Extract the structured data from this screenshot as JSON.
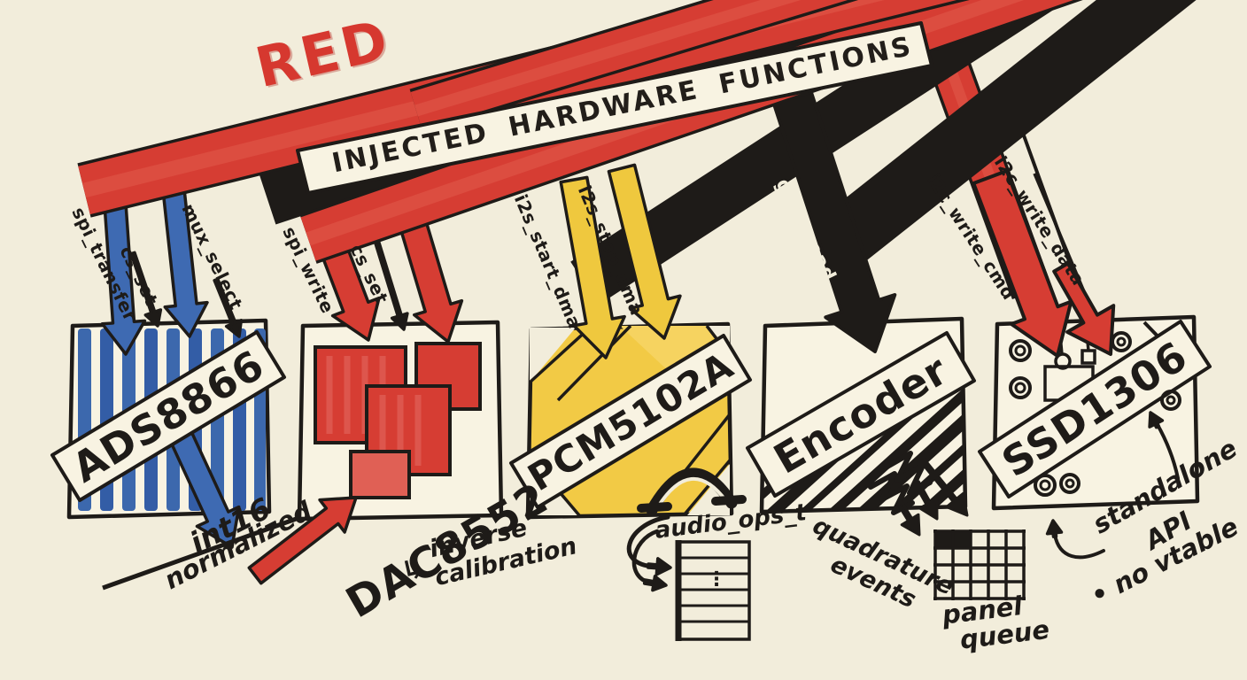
{
  "palette": {
    "background": "#f2eddb",
    "ink": "#1e1b18",
    "red": "#d63d33",
    "blue": "#3e6ab2",
    "yellow": "#efc83e",
    "paper": "#f8f3e2"
  },
  "header": {
    "marker_label": "RED",
    "banner_title": "INJECTED HARDWARE FUNCTIONS"
  },
  "chips": [
    {
      "name": "ADS8866",
      "arrow_color": "blue",
      "injected_functions": [
        "spi_transfer",
        "cs_set",
        "mux_select"
      ],
      "output_note": {
        "line1": "int16",
        "line2": "normalized"
      }
    },
    {
      "name": "DAC8552",
      "arrow_color": "red",
      "injected_functions": [
        "spi_write",
        "cs_set"
      ],
      "note": {
        "hook": "↳",
        "line1": "inverse",
        "line2": "calibration"
      }
    },
    {
      "name": "PCM5102A",
      "arrow_color": "yellow",
      "injected_functions": [
        "i2s_start_dma",
        "i2s_stop_dma"
      ],
      "note": {
        "struct_label": "audio_ops_t",
        "ellipsis": "⋮"
      }
    },
    {
      "name": "Encoder",
      "arrow_color": "black",
      "injected_functions": [
        "gpio_read"
      ],
      "note": {
        "line1": "quadrature",
        "line2": "events"
      },
      "queue_label": {
        "line1": "panel",
        "line2": "queue"
      }
    },
    {
      "name": "SSD1306",
      "arrow_color": "red",
      "injected_functions": [
        "i2c_write_cmd",
        "i2c_write_data"
      ],
      "notes": {
        "line1": "standalone",
        "line2": "API",
        "bullet": "•",
        "line3": "no vtable"
      }
    }
  ]
}
